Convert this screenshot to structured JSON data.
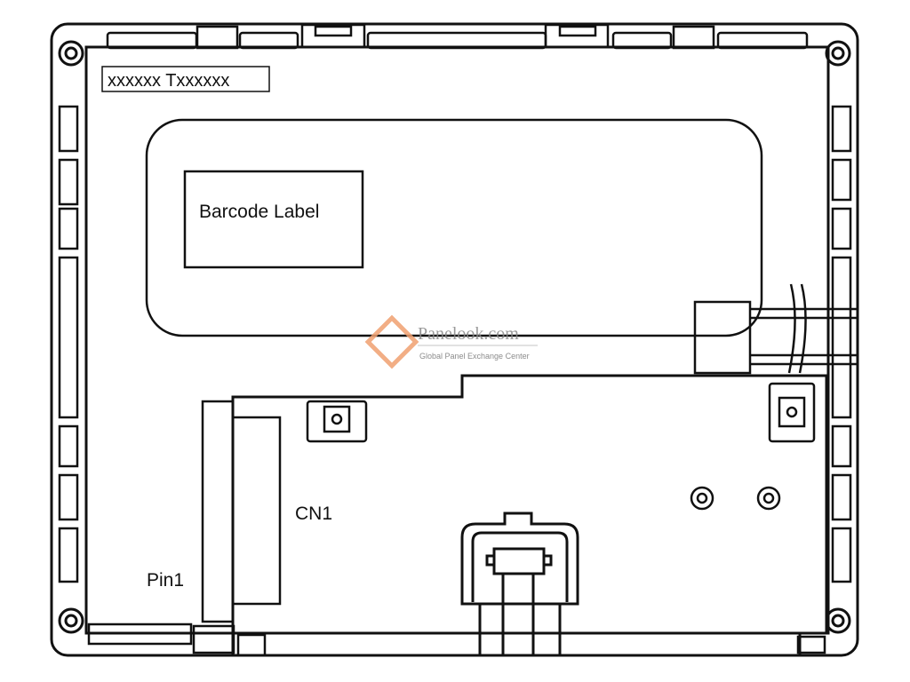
{
  "labels": {
    "model": "xxxxxx Txxxxxx",
    "barcode": "Barcode Label",
    "connector": "CN1",
    "pin": "Pin1"
  },
  "watermark": {
    "brand": "Panelook.com",
    "tagline": "Global Panel Exchange Center",
    "color": "#f0a070"
  }
}
